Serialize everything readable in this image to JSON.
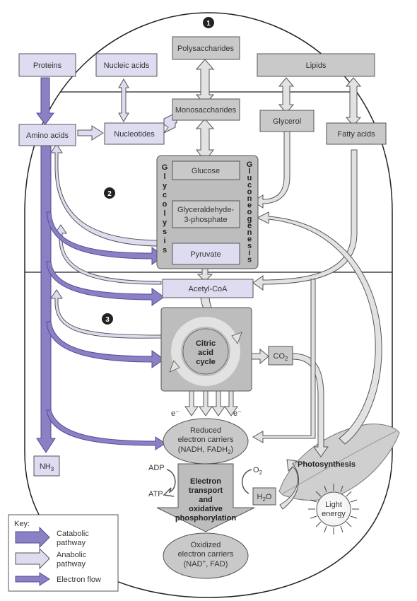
{
  "markers": [
    "1",
    "2",
    "3"
  ],
  "nodes": {
    "proteins": "Proteins",
    "nucleic_acids": "Nucleic acids",
    "polysaccharides": "Polysaccharides",
    "lipids": "Lipids",
    "amino_acids": "Amino acids",
    "nucleotides": "Nucleotides",
    "monosaccharides": "Monosaccharides",
    "glycerol": "Glycerol",
    "fatty_acids": "Fatty acids",
    "glucose": "Glucose",
    "glyceraldehyde_line1": "Glyceraldehyde-",
    "glyceraldehyde_line2": "3-phosphate",
    "pyruvate": "Pyruvate",
    "acetyl_coa": "Acetyl-CoA",
    "citric_line1": "Citric",
    "citric_line2": "acid",
    "citric_line3": "cycle",
    "co2": "CO",
    "co2_sub": "2",
    "nh3": "NH",
    "nh3_sub": "3",
    "reduced_line1": "Reduced",
    "reduced_line2": "electron carriers",
    "reduced_line3": "(NADH, FADH",
    "reduced_line3_sub": "2",
    "reduced_line3_end": ")",
    "oxidized_line1": "Oxidized",
    "oxidized_line2": "electron carriers",
    "oxidized_line3_a": "(NAD",
    "oxidized_line3_sup": "+",
    "oxidized_line3_b": ", FAD)",
    "etc_line1": "Electron",
    "etc_line2": "transport",
    "etc_line3": "and",
    "etc_line4": "oxidative",
    "etc_line5": "phosphorylation",
    "adp": "ADP",
    "atp": "ATP",
    "o2": "O",
    "o2_sub": "2",
    "h2o_a": "H",
    "h2o_sub": "2",
    "h2o_b": "O",
    "photosynthesis": "Photosynthesis",
    "light_line1": "Light",
    "light_line2": "energy",
    "e_left": "e⁻",
    "e_right": "e⁻",
    "glycolysis": [
      "G",
      "l",
      "y",
      "c",
      "o",
      "l",
      "y",
      "s",
      "i",
      "s"
    ],
    "gluconeogenesis": [
      "G",
      "l",
      "u",
      "c",
      "o",
      "n",
      "e",
      "o",
      "g",
      "e",
      "n",
      "e",
      "s",
      "i",
      "s"
    ]
  },
  "legend": {
    "title": "Key:",
    "catabolic_line1": "Catabolic",
    "catabolic_line2": "pathway",
    "anabolic_line1": "Anabolic",
    "anabolic_line2": "pathway",
    "electron": "Electron flow"
  },
  "colors": {
    "catabolic": "#8a80c4",
    "anabolic": "#dedcf1",
    "gray_box": "#c9c9c9",
    "light_gray": "#e2e2e2",
    "panel": "#bdbdbd",
    "stroke": "#555555"
  }
}
